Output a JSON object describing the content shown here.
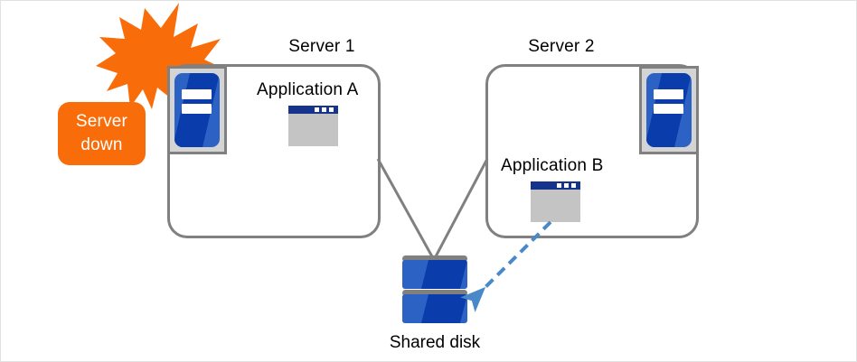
{
  "diagram": {
    "title_accent_color": "#f96c0a",
    "box_border_color": "#808080",
    "arrow_color": "#4a89c8",
    "server_icon_blue": "#2c62c4",
    "server_icon_dark_blue": "#0b3cab"
  },
  "servers": [
    {
      "id": "server-1",
      "title": "Server 1",
      "app_label": "Application A",
      "machine_icon": "server-icon",
      "app_icon": "application-window-icon",
      "status": "down"
    },
    {
      "id": "server-2",
      "title": "Server 2",
      "app_label": "Application B",
      "machine_icon": "server-icon",
      "app_icon": "application-window-icon",
      "status": "active"
    }
  ],
  "storage": {
    "label": "Shared disk",
    "icon": "disk-stack-icon"
  },
  "callout": {
    "line1": "Server",
    "line2": "down",
    "burst_icon": "explosion-burst-icon"
  },
  "connectors": {
    "server1_to_disk": "solid-line",
    "server2_to_disk": "solid-line",
    "app_b_to_disk": "dashed-arrow"
  }
}
